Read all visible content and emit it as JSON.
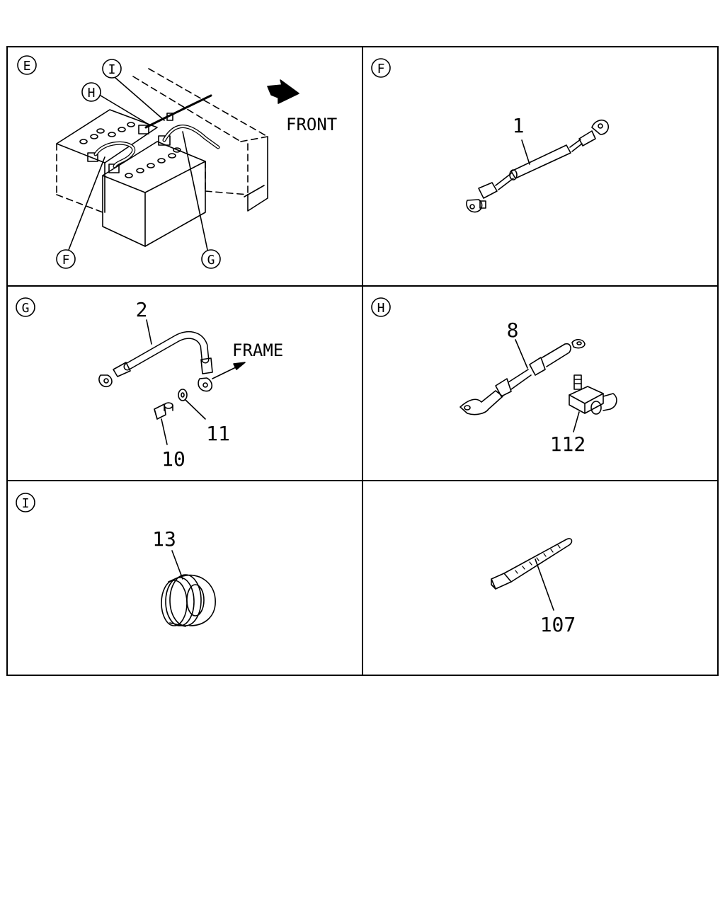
{
  "panels": {
    "E": {
      "letter": "E",
      "arrow_text": "FRONT",
      "callouts": [
        "I",
        "H",
        "F",
        "G"
      ]
    },
    "F": {
      "letter": "F",
      "part": "1"
    },
    "G": {
      "letter": "G",
      "part_cable": "2",
      "arrow_text": "FRAME",
      "part_washer": "11",
      "part_bolt": "10"
    },
    "H": {
      "letter": "H",
      "part_cable": "8",
      "part_clamp": "112"
    },
    "I": {
      "letter": "I",
      "part": "13"
    },
    "J": {
      "part": "107"
    }
  }
}
